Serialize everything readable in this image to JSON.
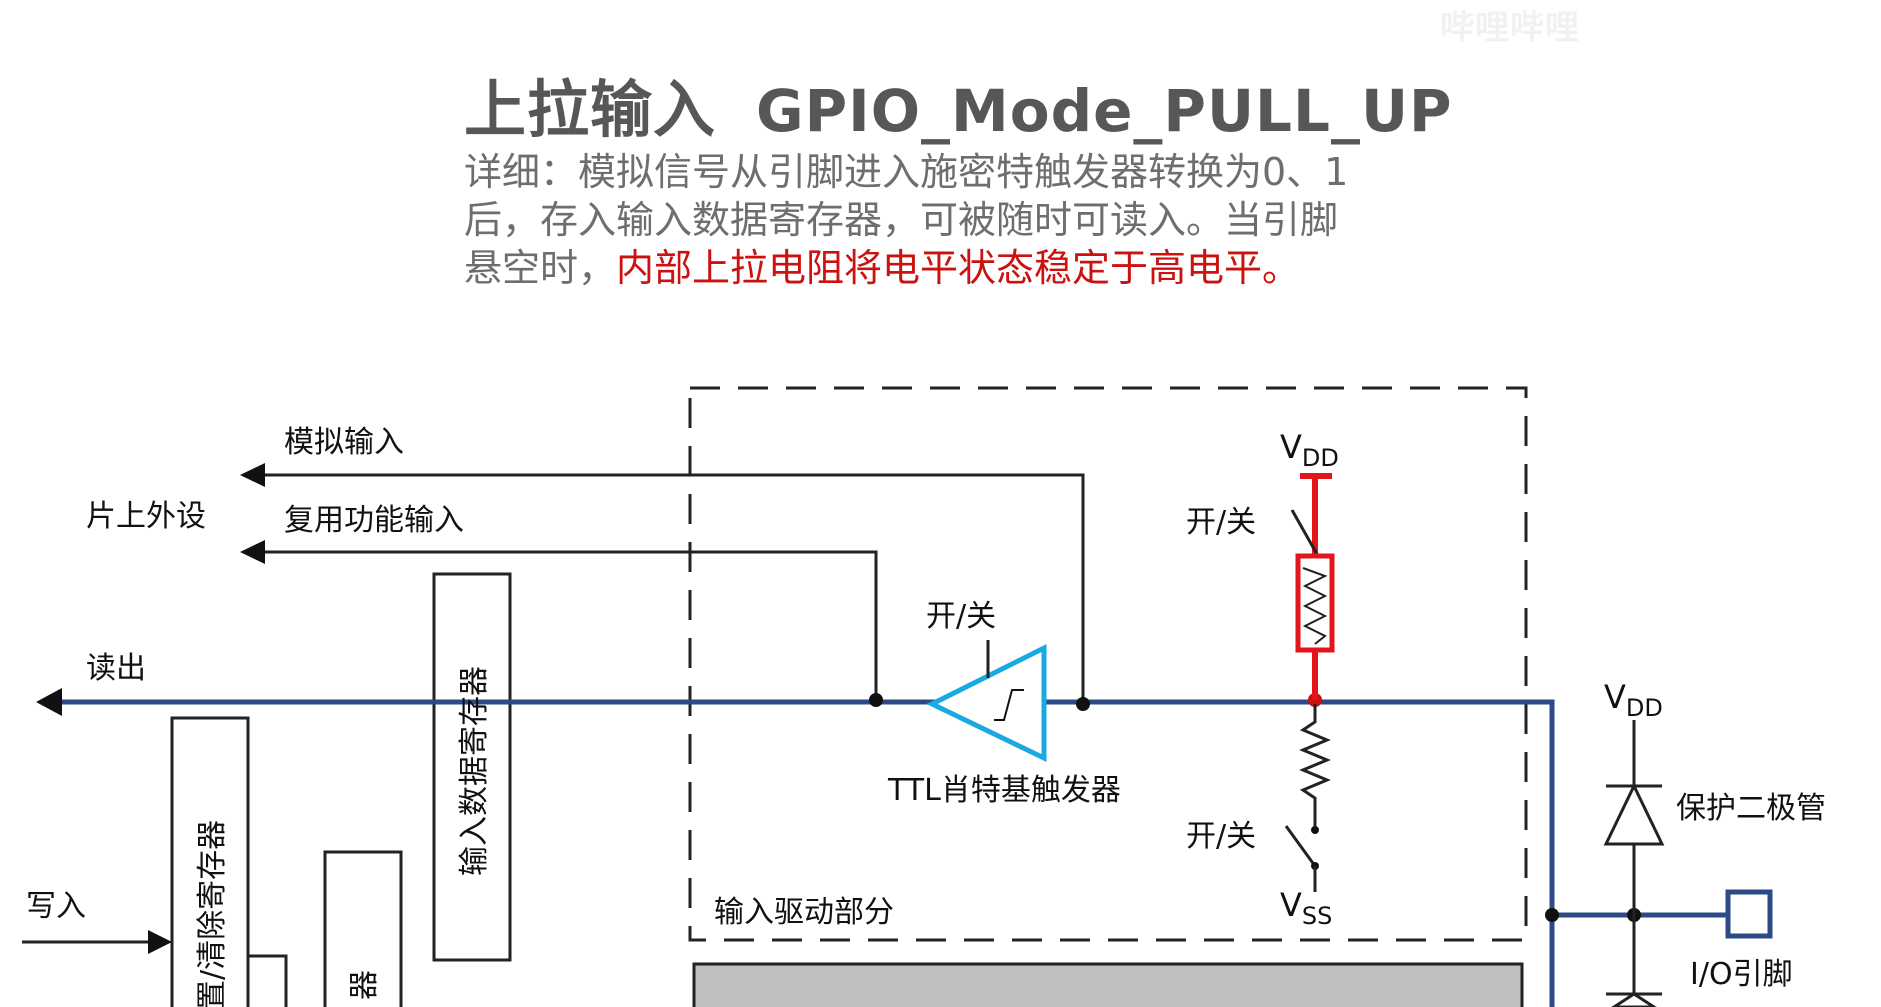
{
  "title": {
    "mode_cn": "上拉输入",
    "mode_code": "GPIO_Mode_PULL_UP"
  },
  "description": {
    "line1": "详细：模拟信号从引脚进入施密特触发器转换为0、1",
    "line2": "后，存入输入数据寄存器，可被随时可读入。当引脚",
    "line3_prefix": "悬空时，",
    "line3_highlight": "内部上拉电阻将电平状态稳定于高电平。"
  },
  "watermark": "哔哩哔哩",
  "diagram": {
    "labels": {
      "analog_input": "模拟输入",
      "onchip_peripheral": "片上外设",
      "alt_function_input": "复用功能输入",
      "read_out": "读出",
      "write_in": "写入",
      "input_data_register": "输入数据寄存器",
      "set_clear_register": "置/清除寄存器",
      "output_register_fragment": "器",
      "switch_schmitt": "开/关",
      "ttl_schmitt": "TTL肖特基触发器",
      "vdd_main": "V",
      "vdd_main_sub": "DD",
      "switch_pullup": "开/关",
      "switch_pulldown": "开/关",
      "vss": "V",
      "vss_sub": "SS",
      "input_driver": "输入驱动部分",
      "vdd_protect": "V",
      "vdd_protect_sub": "DD",
      "protection_diode": "保护二极管",
      "io_pin": "I/O引脚"
    },
    "colors": {
      "signal_line": "#2b4a86",
      "pullup_highlight": "#e3151a",
      "schmitt_trigger": "#1aa9e0",
      "wire": "#222222",
      "output_driver_block": "#bfbfbf"
    }
  }
}
